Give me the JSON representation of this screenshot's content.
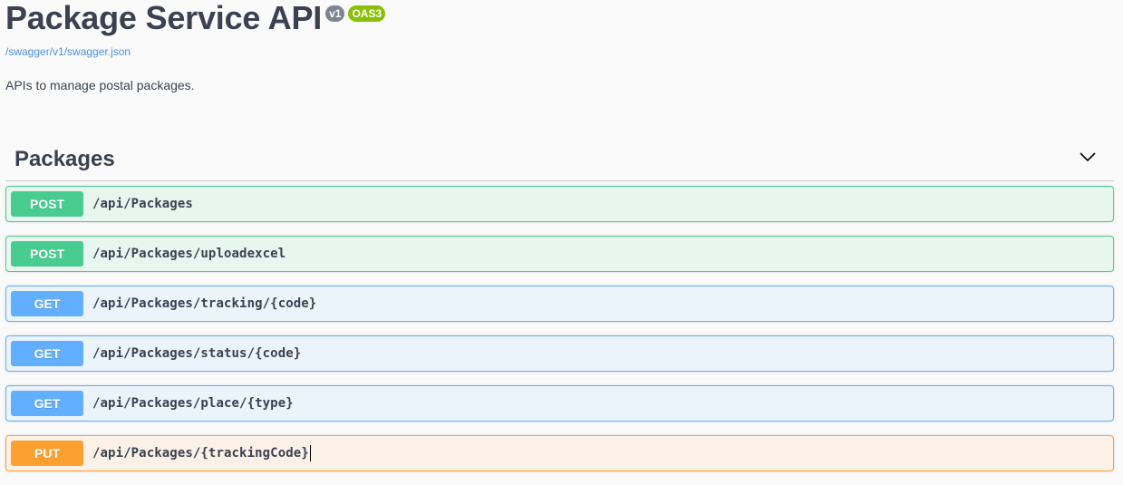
{
  "info": {
    "title": "Package Service API",
    "version_badge": "v1",
    "oas_badge": "OAS3",
    "spec_link": "/swagger/v1/swagger.json",
    "description": "APIs to manage postal packages."
  },
  "tag": {
    "name": "Packages",
    "toggle_icon": "chevron-down-icon",
    "operations": [
      {
        "method": "POST",
        "path": "/api/Packages"
      },
      {
        "method": "POST",
        "path": "/api/Packages/uploadexcel"
      },
      {
        "method": "GET",
        "path": "/api/Packages/tracking/{code}"
      },
      {
        "method": "GET",
        "path": "/api/Packages/status/{code}"
      },
      {
        "method": "GET",
        "path": "/api/Packages/place/{type}"
      },
      {
        "method": "PUT",
        "path": "/api/Packages/{trackingCode}"
      }
    ]
  },
  "colors": {
    "post": "#49cc90",
    "get": "#61affe",
    "put": "#fca130",
    "link": "#4990e2",
    "version_badge": "#7d8492",
    "oas_badge": "#89bf04"
  }
}
